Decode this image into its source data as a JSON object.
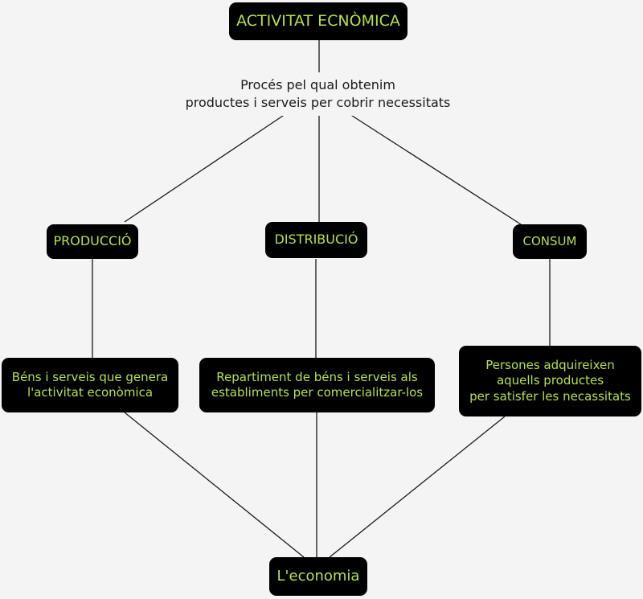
{
  "diagram": {
    "root": "ACTIVITAT ECNÒMICA",
    "definition": "Procés pel qual obtenim\nproductes i serveis per cobrir necessitats",
    "phases": [
      {
        "label": "PRODUCCIÓ",
        "description": "Béns i serveis que genera\nl'activitat econòmica"
      },
      {
        "label": "DISTRIBUCIÓ",
        "description": "Repartiment de béns i serveis als\nestabliments per comercialitzar-los"
      },
      {
        "label": "CONSUM",
        "description": "Persones adquireixen\naquells productes\nper satisfer les necassitats"
      }
    ],
    "result": "L'economia"
  },
  "colors": {
    "node_background": "#000000",
    "node_text": "#b6e04a",
    "connector": "#1a1a1a",
    "page_background": "#f4f4f4"
  }
}
